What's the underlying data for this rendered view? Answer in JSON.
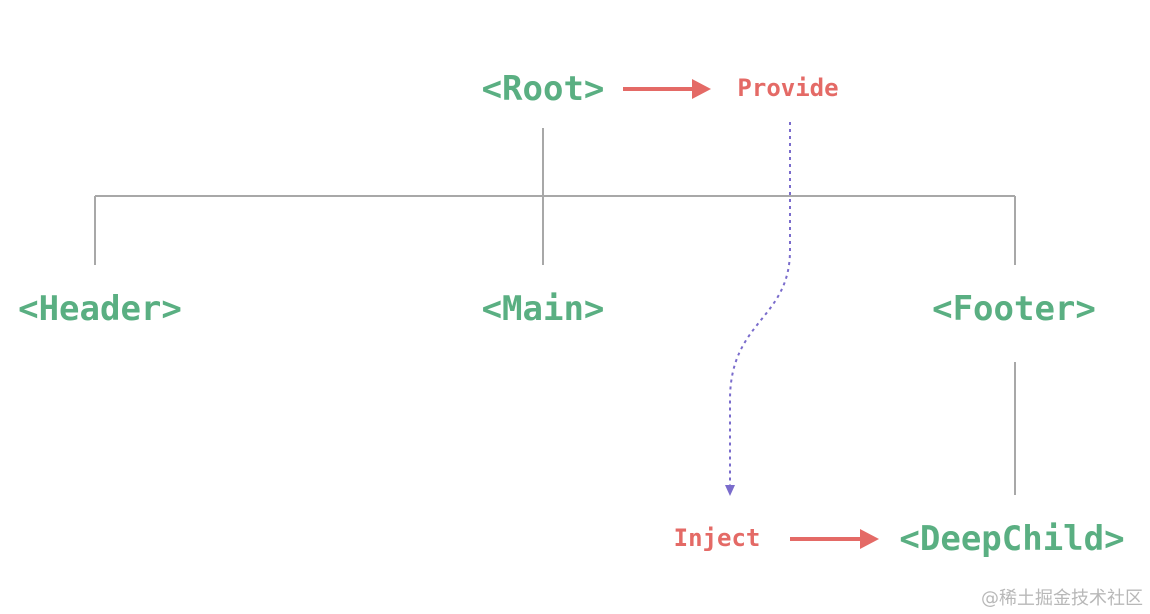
{
  "colors": {
    "node": "#5aaf82",
    "action": "#e46a66",
    "tree_line": "#a8a8a8",
    "inject_path": "#7a6ccc",
    "watermark": "#b8b8b8"
  },
  "nodes": {
    "root": "<Root>",
    "header": "<Header>",
    "main": "<Main>",
    "footer": "<Footer>",
    "deep_child": "<DeepChild>"
  },
  "actions": {
    "provide": "Provide",
    "inject": "Inject"
  },
  "watermark": "@稀土掘金技术社区"
}
